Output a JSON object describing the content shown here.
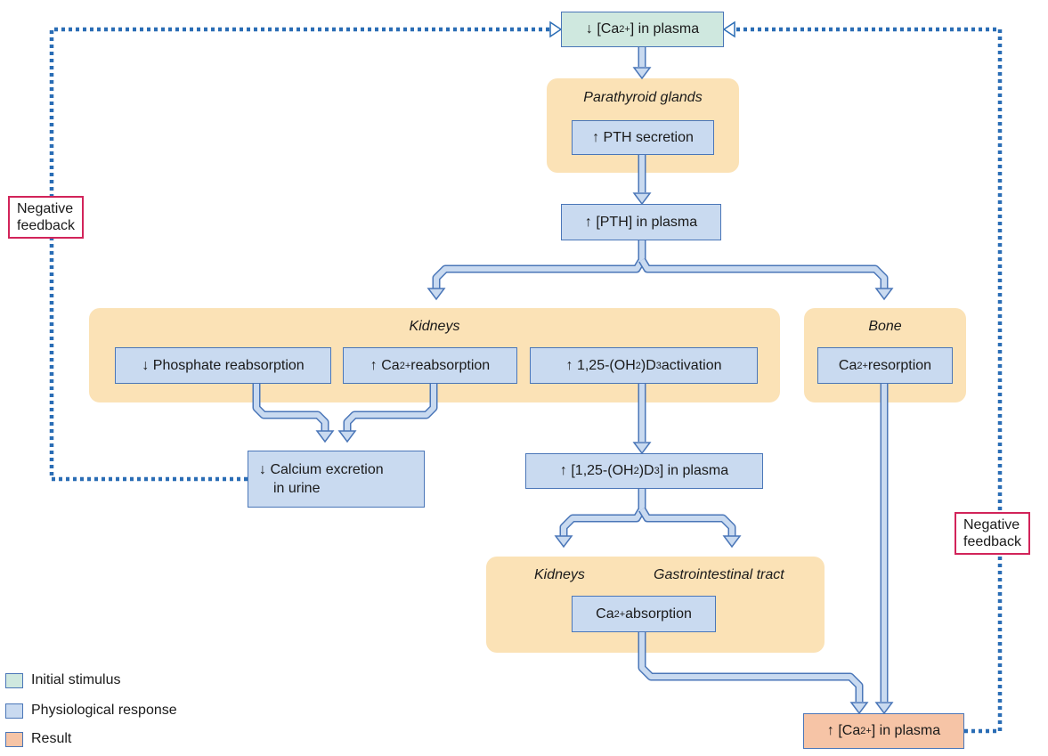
{
  "nodes": {
    "stimulus": {
      "arrow": "↓",
      "pre": "[Ca",
      "sup": "2+",
      "post": "] in plasma"
    },
    "pth_secretion": {
      "arrow": "↑",
      "text": "PTH secretion"
    },
    "pth_plasma": {
      "arrow": "↑",
      "text": "[PTH] in plasma"
    },
    "phosphate": {
      "arrow": "↓",
      "text": "Phosphate reabsorption"
    },
    "ca_reabsorption": {
      "arrow": "↑",
      "pre": "Ca",
      "sup": "2+",
      "post": " reabsorption"
    },
    "vitd_activation": {
      "arrow": "↑",
      "pre": "1,25-(OH",
      "sub1": "2",
      "mid": ")D",
      "sub2": "3",
      "post": " activation"
    },
    "bone_resorption": {
      "pre": "Ca",
      "sup": "2+",
      "post": " resorption"
    },
    "calcium_excretion": {
      "arrow": "↓",
      "line1": "Calcium excretion",
      "line2": "in urine"
    },
    "vitd_plasma": {
      "arrow": "↑",
      "pre": "[1,25-(OH",
      "sub1": "2",
      "mid": ")D",
      "sub2": "3",
      "post": "] in plasma"
    },
    "ca_absorption": {
      "pre": "Ca",
      "sup": "2+",
      "post": " absorption"
    },
    "result": {
      "arrow": "↑",
      "pre": "[Ca",
      "sup": "2+",
      "post": "] in plasma"
    }
  },
  "groups": {
    "parathyroid": "Parathyroid glands",
    "kidneys": "Kidneys",
    "bone": "Bone",
    "kidneys2": "Kidneys",
    "gi": "Gastrointestinal tract"
  },
  "feedback": {
    "left": {
      "line1": "Negative",
      "line2": "feedback"
    },
    "right": {
      "line1": "Negative",
      "line2": "feedback"
    }
  },
  "legend": [
    {
      "label": "Initial stimulus",
      "color": "#cfe8df"
    },
    {
      "label": "Physiological response",
      "color": "#c9daf0"
    },
    {
      "label": "Result",
      "color": "#f6c4a6"
    }
  ],
  "colors": {
    "arrow_fill": "#c9daf0",
    "arrow_stroke": "#4a76b8",
    "feedback_dots": "#2a6db5",
    "feedback_border": "#d2245a",
    "group": "#fbe2b6"
  }
}
